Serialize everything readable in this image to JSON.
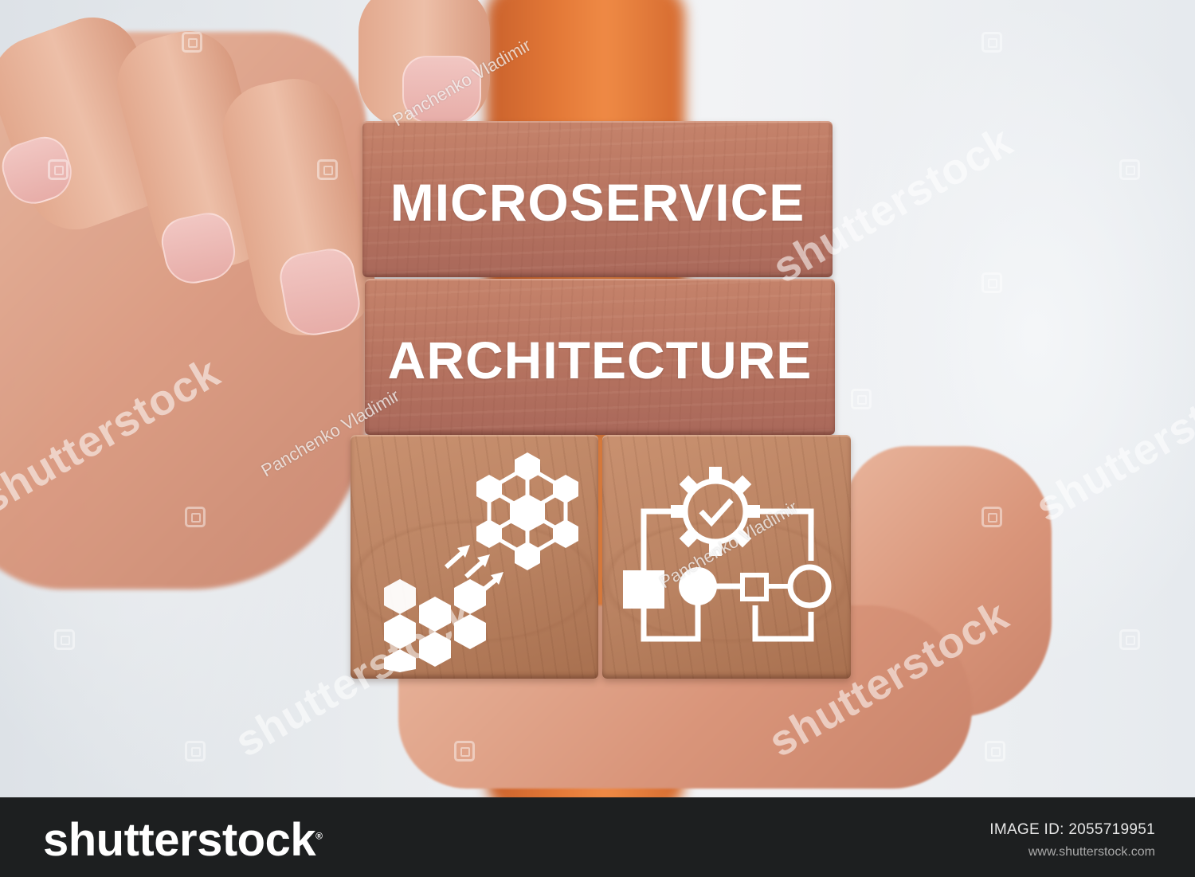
{
  "blocks": {
    "top_label": "MICROSERVICE",
    "middle_label": "ARCHITECTURE",
    "left_cube_icon": "modules-to-network-icon",
    "right_cube_icon": "gear-workflow-icon"
  },
  "watermark": {
    "brand": "shutterstock",
    "author": "Panchenko Vladimir"
  },
  "footer": {
    "logo": "shutterstock",
    "trademark": "®",
    "image_id": "IMAGE ID: 2055719951",
    "url": "www.shutterstock.com"
  }
}
